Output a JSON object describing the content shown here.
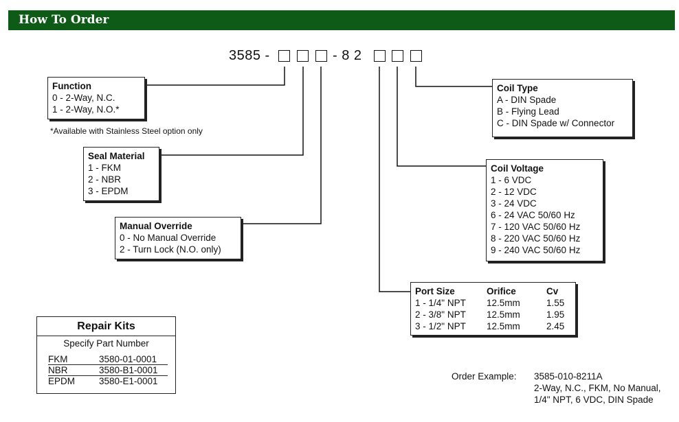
{
  "header": {
    "title": "How To Order"
  },
  "code": {
    "prefix": "3585 -",
    "middle": "- 8  2"
  },
  "function": {
    "title": "Function",
    "options": [
      "0 - 2-Way, N.C.",
      "1 - 2-Way, N.O.*"
    ]
  },
  "note": "*Available with Stainless Steel option only",
  "seal": {
    "title": "Seal Material",
    "options": [
      "1 - FKM",
      "2 - NBR",
      "3 - EPDM"
    ]
  },
  "manual": {
    "title": "Manual Override",
    "options": [
      "0 - No Manual Override",
      "2 - Turn Lock (N.O. only)"
    ]
  },
  "coil_type": {
    "title": "Coil Type",
    "options": [
      "A - DIN Spade",
      "B - Flying Lead",
      "C - DIN Spade w/ Connector"
    ]
  },
  "coil_voltage": {
    "title": "Coil Voltage",
    "options": [
      "1 - 6 VDC",
      "2 - 12 VDC",
      "3 - 24 VDC",
      "6 - 24 VAC 50/60 Hz",
      "7 - 120 VAC 50/60 Hz",
      "8 - 220 VAC 50/60 Hz",
      "9 - 240 VAC 50/60 Hz"
    ]
  },
  "port": {
    "headers": [
      "Port Size",
      "Orifice",
      "Cv"
    ],
    "rows": [
      [
        "1  -  1/4\" NPT",
        "12.5mm",
        "1.55"
      ],
      [
        "2  -  3/8\" NPT",
        "12.5mm",
        "1.95"
      ],
      [
        "3  -  1/2\" NPT",
        "12.5mm",
        "2.45"
      ]
    ]
  },
  "repair": {
    "title": "Repair Kits",
    "subtitle": "Specify Part Number",
    "rows": [
      [
        "FKM",
        "3580-01-0001"
      ],
      [
        "NBR",
        "3580-B1-0001"
      ],
      [
        "EPDM",
        "3580-E1-0001"
      ]
    ]
  },
  "example": {
    "label": "Order Example:",
    "lines": [
      "3585-010-8211A",
      "2-Way, N.C., FKM, No Manual,",
      "1/4\" NPT, 6 VDC, DIN Spade"
    ]
  }
}
